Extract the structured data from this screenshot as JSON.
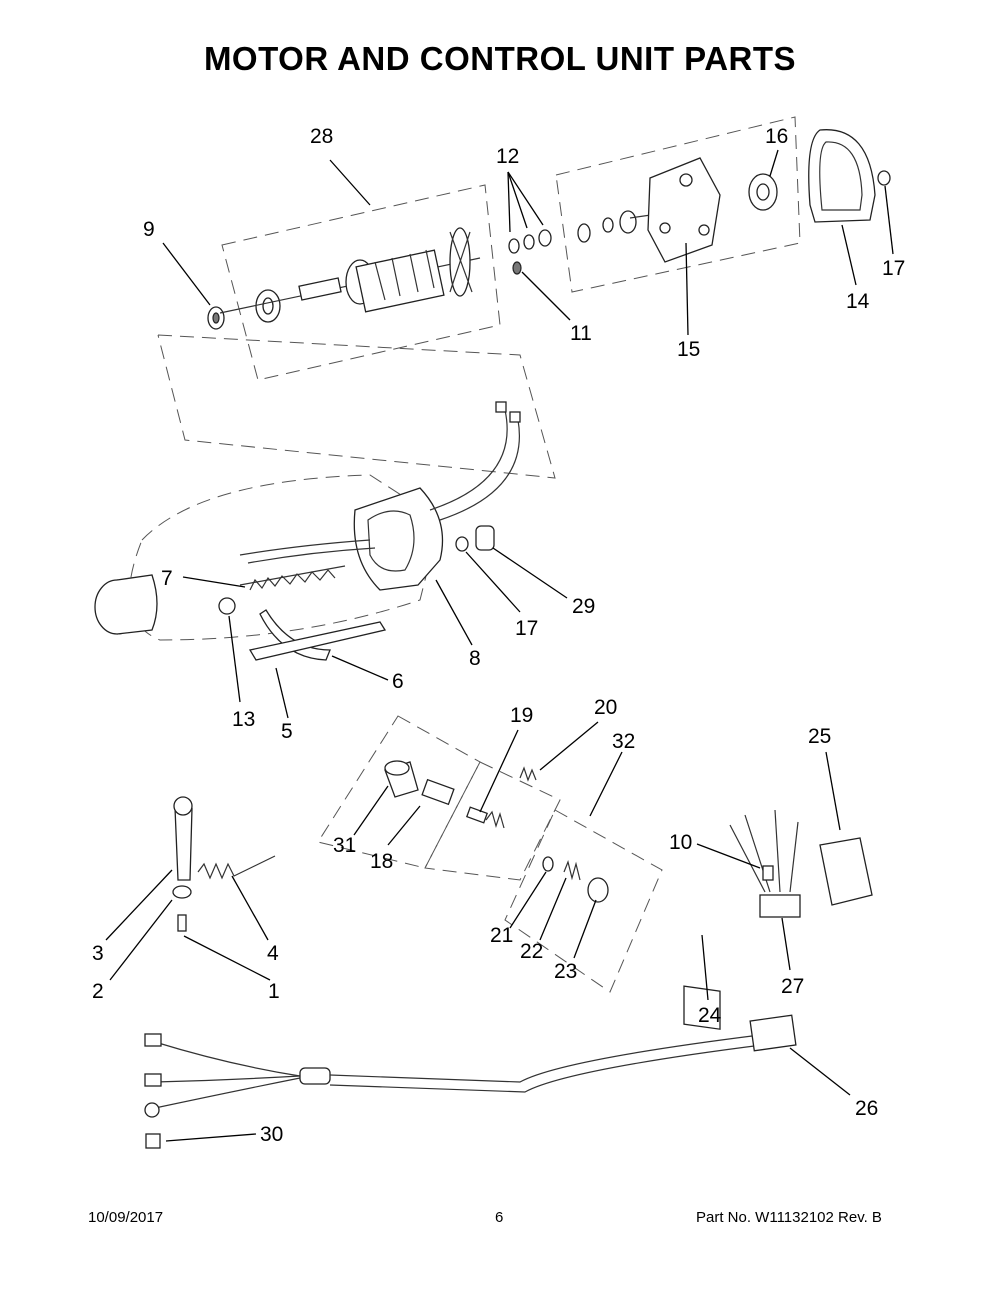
{
  "header": {
    "title": "MOTOR AND CONTROL UNIT PARTS"
  },
  "callouts": [
    {
      "id": "28",
      "label": "28"
    },
    {
      "id": "12",
      "label": "12"
    },
    {
      "id": "16",
      "label": "16"
    },
    {
      "id": "9",
      "label": "9"
    },
    {
      "id": "11",
      "label": "11"
    },
    {
      "id": "15",
      "label": "15"
    },
    {
      "id": "14",
      "label": "14"
    },
    {
      "id": "17a",
      "label": "17"
    },
    {
      "id": "7",
      "label": "7"
    },
    {
      "id": "8",
      "label": "8"
    },
    {
      "id": "17b",
      "label": "17"
    },
    {
      "id": "29",
      "label": "29"
    },
    {
      "id": "13",
      "label": "13"
    },
    {
      "id": "6",
      "label": "6"
    },
    {
      "id": "5",
      "label": "5"
    },
    {
      "id": "19",
      "label": "19"
    },
    {
      "id": "20",
      "label": "20"
    },
    {
      "id": "32",
      "label": "32"
    },
    {
      "id": "25",
      "label": "25"
    },
    {
      "id": "31",
      "label": "31"
    },
    {
      "id": "18",
      "label": "18"
    },
    {
      "id": "10",
      "label": "10"
    },
    {
      "id": "3",
      "label": "3"
    },
    {
      "id": "4",
      "label": "4"
    },
    {
      "id": "2",
      "label": "2"
    },
    {
      "id": "1",
      "label": "1"
    },
    {
      "id": "21",
      "label": "21"
    },
    {
      "id": "22",
      "label": "22"
    },
    {
      "id": "23",
      "label": "23"
    },
    {
      "id": "24",
      "label": "24"
    },
    {
      "id": "27",
      "label": "27"
    },
    {
      "id": "26",
      "label": "26"
    },
    {
      "id": "30",
      "label": "30"
    }
  ],
  "footer": {
    "date": "10/09/2017",
    "page": "6",
    "part": "Part No.  W11132102  Rev.  B"
  }
}
